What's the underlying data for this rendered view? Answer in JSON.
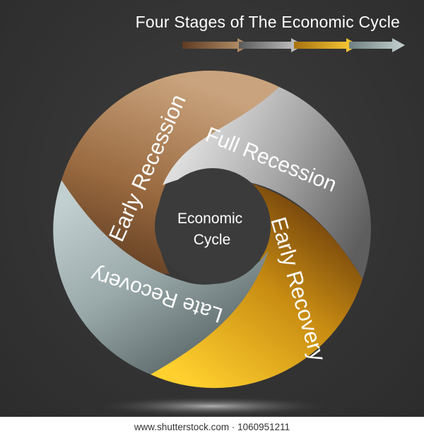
{
  "title": "Four Stages of The Economic Cycle",
  "center_label": [
    "Economic",
    "Cycle"
  ],
  "stages": [
    {
      "name": "Early Recession",
      "color": "#a8794f"
    },
    {
      "name": "Full Recession",
      "color": "#9e9e9e"
    },
    {
      "name": "Early Recovery",
      "color": "#d9a21c"
    },
    {
      "name": "Late Recovery",
      "color": "#a7b5b6"
    }
  ],
  "legend_arrow_colors": [
    "#8a5a33",
    "#8c8c8c",
    "#e8b21a",
    "#9aacac"
  ],
  "footer": "www.shutterstock.com · 1060951211"
}
